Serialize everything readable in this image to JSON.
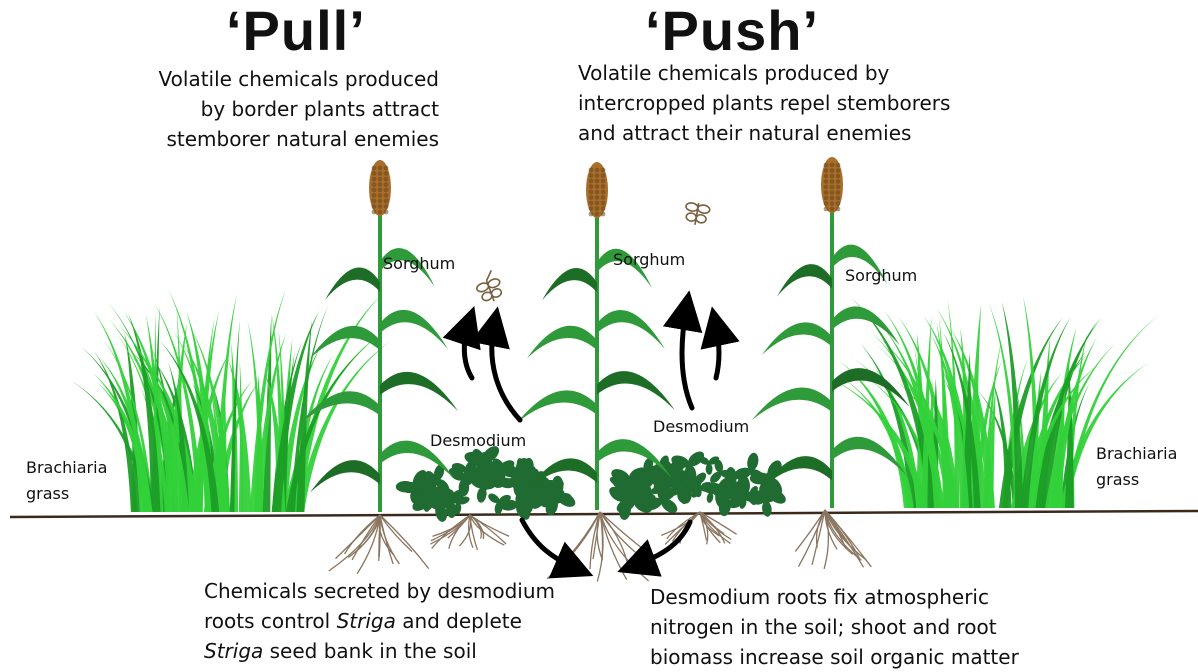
{
  "titles": {
    "pull": "‘Pull’",
    "push": "‘Push’"
  },
  "pull_text": [
    "Volatile chemicals produced",
    "by border plants attract",
    "stemborer natural enemies"
  ],
  "push_text": [
    "Volatile chemicals produced by",
    "intercropped plants repel stemborers",
    "and attract their natural enemies"
  ],
  "labels": {
    "sorghum_left": "Sorghum",
    "sorghum_middle": "Sorghum",
    "sorghum_right": "Sorghum",
    "desmodium_left": "Desmodium",
    "desmodium_right": "Desmodium",
    "brachiaria_left": [
      "Brachiaria",
      "grass"
    ],
    "brachiaria_right": [
      "Brachiaria",
      "grass"
    ]
  },
  "bottom_left": {
    "line1": "Chemicals secreted by desmodium",
    "line2_pre": "roots control ",
    "line2_em": "Striga",
    "line2_post": " and deplete",
    "line3_em": "Striga",
    "line3_post": " seed bank in the soil"
  },
  "bottom_right": [
    "Desmodium roots fix atmospheric",
    "nitrogen in the soil; shoot and root",
    "biomass increase soil organic matter"
  ],
  "colors": {
    "grass": "#33d13a",
    "grass_dark": "#1c9d26",
    "sorghum_leaf": "#2f9a3a",
    "sorghum_leaf_dark": "#1d6d27",
    "sorghum_head": "#a86f2c",
    "desmodium": "#1f6b31",
    "soil_line": "#3a2a1c",
    "root": "#8a7560"
  }
}
